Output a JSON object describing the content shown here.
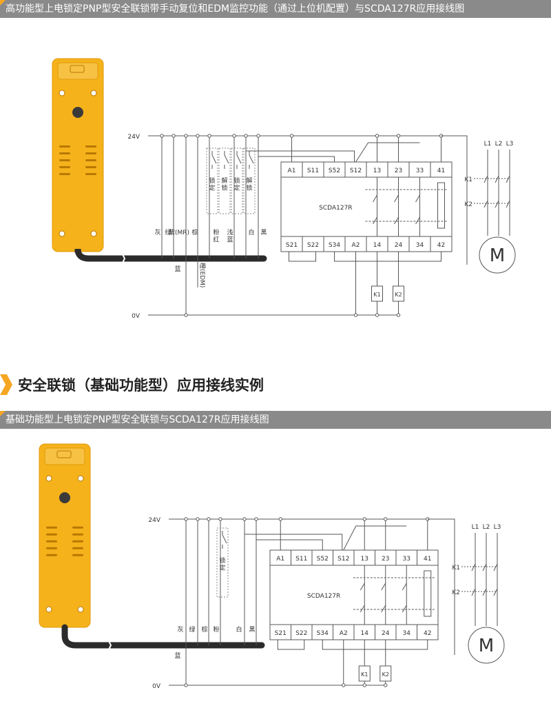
{
  "diagram1": {
    "title": "高功能型上电锁定PNP型安全联锁带手动复位和EDM监控功能（通过上位机配置）与SCDA127R应用接线图",
    "v24": "24V",
    "v0": "0V",
    "wires": [
      "灰",
      "绿",
      "紫(MR)",
      "棕",
      "粉\n红",
      "浅\n蓝",
      "白",
      "黑"
    ],
    "blue": "蓝",
    "orange": "橙(EDM)",
    "lock": "锁\n定",
    "unlock": "解\n锁",
    "relay": "SCDA127R",
    "top_terms": [
      "A1",
      "S11",
      "S52",
      "S12",
      "13",
      "23",
      "33",
      "41"
    ],
    "bot_terms": [
      "S21",
      "S22",
      "S34",
      "A2",
      "14",
      "24",
      "34",
      "42"
    ],
    "k1": "K1",
    "k2": "K2",
    "l1": "L1",
    "l2": "L2",
    "l3": "L3",
    "motor": "M"
  },
  "section": {
    "title": "安全联锁（基础功能型）应用接线实例"
  },
  "diagram2": {
    "title": "基础功能型上电锁定PNP型安全联锁与SCDA127R应用接线图",
    "v24": "24V",
    "v0": "0V",
    "wires": [
      "灰",
      "绿",
      "棕",
      "粉",
      "白",
      "黑"
    ],
    "blue": "蓝",
    "lock": "锁\n定",
    "relay": "SCDA127R",
    "top_terms": [
      "A1",
      "S11",
      "S52",
      "S12",
      "13",
      "23",
      "33",
      "41"
    ],
    "bot_terms": [
      "S21",
      "S22",
      "S34",
      "A2",
      "14",
      "24",
      "34",
      "42"
    ],
    "k1": "K1",
    "k2": "K2",
    "l1": "L1",
    "l2": "L2",
    "l3": "L3",
    "motor": "M"
  },
  "colors": {
    "device": "#f5b21b",
    "device_dark": "#e09a0a",
    "bar": "#8a8a8a",
    "accent": "#f5a623",
    "line": "#555555"
  }
}
